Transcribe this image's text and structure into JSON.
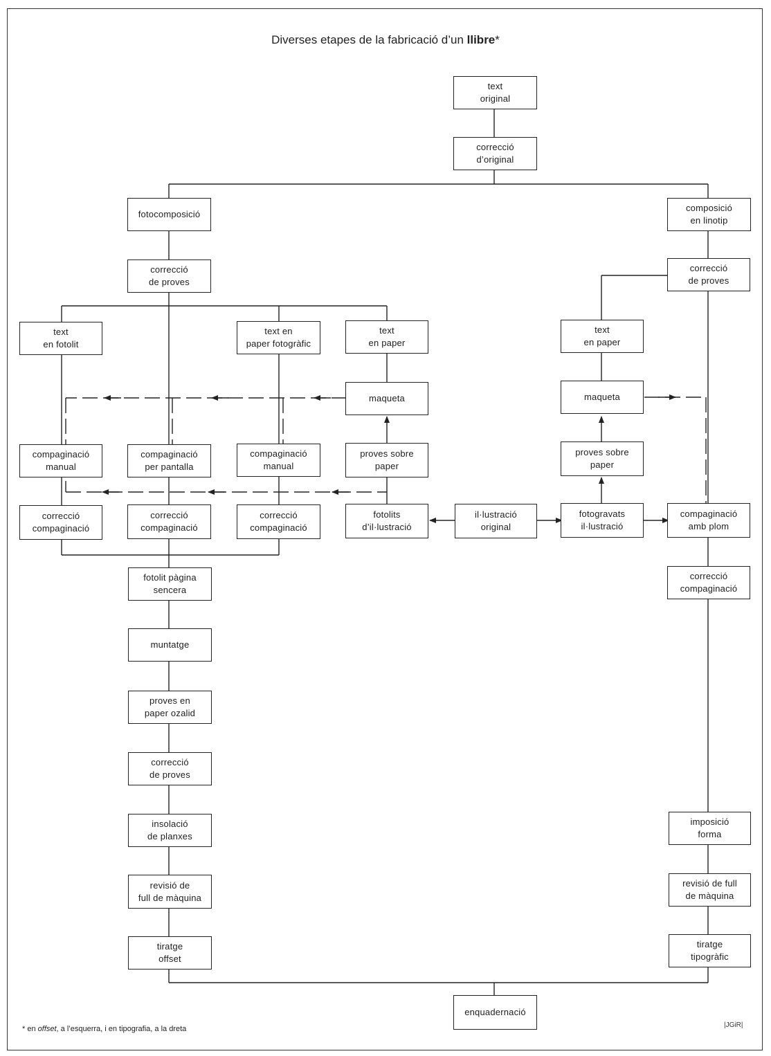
{
  "title": {
    "prefix": "Diverses etapes de la fabricació d’un ",
    "bold": "llibre",
    "suffix": "*"
  },
  "nodes": {
    "text_original": "text\noriginal",
    "correccio_original": "correcció\nd’original",
    "fotocomposicio": "fotocomposició",
    "composicio_linotip": "composició\nen linotip",
    "correccio_proves_l": "correcció\nde proves",
    "correccio_proves_r": "correcció\nde proves",
    "text_fotolit": "text\nen fotolit",
    "text_paper_fotografic": "text en\npaper fotogràfic",
    "text_paper_l": "text\nen paper",
    "text_paper_r": "text\nen paper",
    "maqueta_l": "maqueta",
    "maqueta_r": "maqueta",
    "compag_manual_1": "compaginació\nmanual",
    "compag_pantalla": "compaginació\nper pantalla",
    "compag_manual_2": "compaginació\nmanual",
    "proves_sobre_paper_l": "proves sobre\npaper",
    "proves_sobre_paper_r": "proves sobre\npaper",
    "correccio_compag_1": "correcció\ncompaginació",
    "correccio_compag_2": "correcció\ncompaginació",
    "correccio_compag_3": "correcció\ncompaginació",
    "fotolits_illustracio": "fotolits\nd’il·lustració",
    "illustracio_original": "il·lustració\noriginal",
    "fotogravats_illustracio": "fotogravats\nil·lustració",
    "compag_amb_plom": "compaginació\namb plom",
    "correccio_compag_r": "correcció\ncompaginació",
    "fotolit_pagina_sencera": "fotolit pàgina\nsencera",
    "muntatge": "muntatge",
    "proves_paper_ozalid": "proves en\npaper ozalid",
    "correccio_proves_l2": "correcció\nde proves",
    "insolacio_planxes": "insolació\nde planxes",
    "revisio_full_l": "revisió de\nfull de màquina",
    "tiratge_offset": "tiratge\noffset",
    "imposicio_forma": "imposició\nforma",
    "revisio_full_r": "revisió de full\nde màquina",
    "tiratge_tipografic": "tiratge\ntipogràfic",
    "enquadernacio": "enquadernació"
  },
  "footnote": {
    "star": "* en ",
    "italic": "offset",
    "rest": ", a l’esquerra, i en tipografia, a la dreta"
  },
  "signature": "JGiR"
}
